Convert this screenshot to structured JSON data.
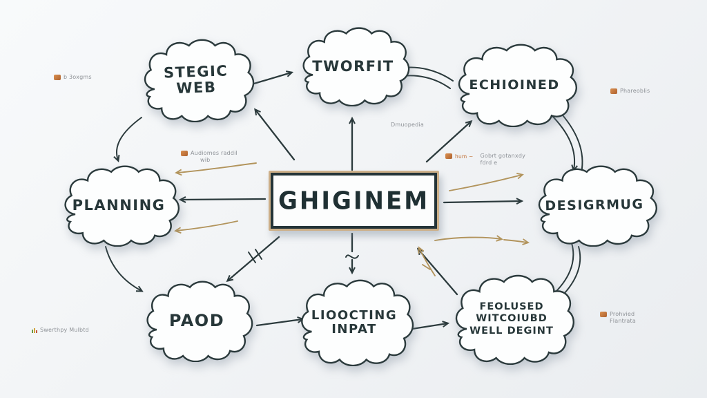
{
  "title": "Hand-drawn whiteboard mind map",
  "colors": {
    "ink": "#2b3a3c",
    "gold": "#b2945c",
    "annotation_gray": "#8d9196",
    "annotation_orange": "#c07036",
    "frame_tan": "#cdb089",
    "background": "#f2f4f6"
  },
  "center_box": {
    "label": "GHIGINEM"
  },
  "clouds": [
    {
      "id": "stegic-web",
      "lines": [
        "STEGIC",
        "WEB"
      ]
    },
    {
      "id": "tworfit",
      "lines": [
        "TWORFIT"
      ]
    },
    {
      "id": "echioined",
      "lines": [
        "ECHIOINED"
      ]
    },
    {
      "id": "planning",
      "lines": [
        "PLANNING"
      ]
    },
    {
      "id": "desigrmug",
      "lines": [
        "DESIGRMUG"
      ]
    },
    {
      "id": "paod",
      "lines": [
        "PAOD"
      ]
    },
    {
      "id": "lioocting-inpat",
      "lines": [
        "LIOOCTING",
        "INPAT"
      ]
    },
    {
      "id": "feolused",
      "lines": [
        "FEOLUSED",
        "WITCOIUBD",
        "WELL DEGINT"
      ]
    }
  ],
  "annotations": [
    {
      "id": "top-left",
      "icon": "squirrel-doodle-icon",
      "lines": [
        "b 3oxgms"
      ]
    },
    {
      "id": "top-right",
      "icon": "hand-doodle-icon",
      "lines": [
        "Phareoblis"
      ]
    },
    {
      "id": "left-mid",
      "icon": "basket-doodle-icon",
      "lines": [
        "Audiomes raddil",
        "wib"
      ]
    },
    {
      "id": "center-top",
      "icon": null,
      "lines": [
        "Dmuopedia"
      ]
    },
    {
      "id": "mid-right",
      "icon": "tag-doodle-icon",
      "accent": "hum ~",
      "lines": [
        "Gobrt gotanxdy",
        "fdrd e"
      ]
    },
    {
      "id": "bottom-left",
      "icon": "chart-doodle-icon",
      "lines": [
        "Swerthpy Mulbtd"
      ]
    },
    {
      "id": "bottom-right",
      "icon": "truck-doodle-icon",
      "lines": [
        "Prohvied",
        "Flantrata"
      ]
    }
  ]
}
